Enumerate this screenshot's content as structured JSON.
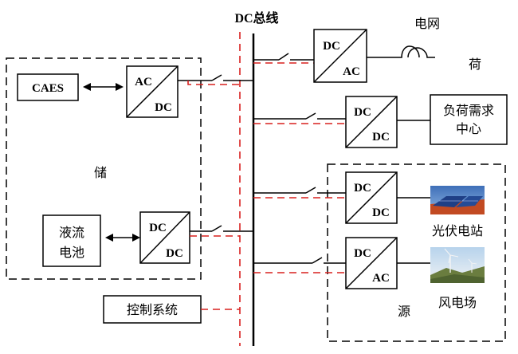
{
  "bus_label": "DC总线",
  "regions": {
    "storage": "储",
    "load": "荷",
    "source": "源"
  },
  "storage": {
    "caes": "CAES",
    "flow_battery": [
      "液流",
      "电池"
    ]
  },
  "converters": {
    "caes": {
      "top": "AC",
      "bottom": "DC"
    },
    "flow": {
      "top": "DC",
      "bottom": "DC"
    },
    "grid": {
      "top": "DC",
      "bottom": "AC"
    },
    "load": {
      "top": "DC",
      "bottom": "DC"
    },
    "pv": {
      "top": "DC",
      "bottom": "DC"
    },
    "wind": {
      "top": "DC",
      "bottom": "AC"
    }
  },
  "grid_label": "电网",
  "load_center": [
    "负荷需求",
    "中心"
  ],
  "pv_label": "光伏电站",
  "wind_label": "风电场",
  "control_label": "控制系统",
  "colors": {
    "control_line": "#d9201f",
    "line": "#000000"
  }
}
